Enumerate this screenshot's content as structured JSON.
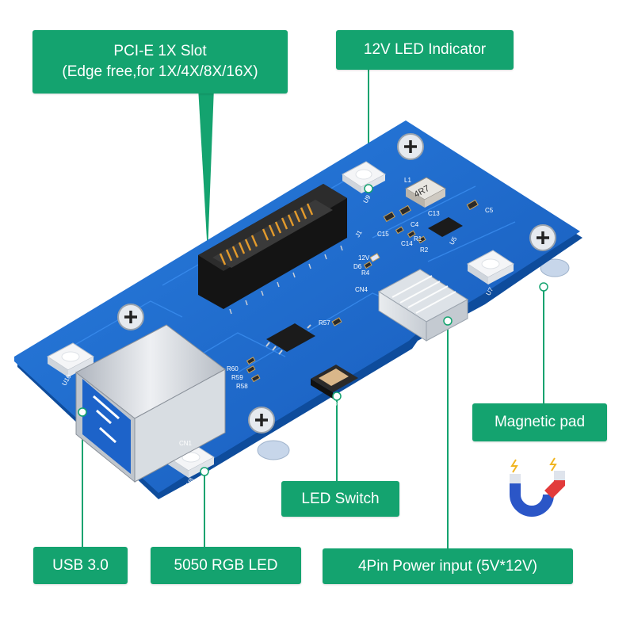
{
  "callouts": {
    "pcie_slot": {
      "line1": "PCI-E 1X Slot",
      "line2": "(Edge free,for 1X/4X/8X/16X)"
    },
    "led_indicator": "12V LED Indicator",
    "magnetic_pad": "Magnetic pad",
    "led_switch": "LED  Switch",
    "usb": "USB  3.0",
    "rgb_led": "5050  RGB  LED",
    "power_input": "4Pin Power input (5V*12V)"
  },
  "silkscreen": {
    "inductor_l1": "L1",
    "inductor_value": "4R7",
    "j1": "J1",
    "u9": "U9",
    "u7": "U7",
    "u10": "U10",
    "u8": "U8",
    "u5": "U5",
    "c13": "C13",
    "c5": "C5",
    "c15": "C15",
    "c4": "C4",
    "c14": "C14",
    "r1": "R1",
    "r2": "R2",
    "v12": "12V",
    "d6": "D6",
    "r4": "R4",
    "cn4": "CN4",
    "r57": "R57",
    "r60": "R60",
    "r59": "R59",
    "r58": "R58",
    "cn1": "CN1",
    "led_switch": "LED SWITCH"
  },
  "colors": {
    "callout_bg": "#14a36f",
    "callout_text": "#ffffff",
    "pcb": "#1c6fd1",
    "pcb_dark": "#1357a8",
    "slot": "#1e1e1e",
    "pins": "#e39a2c",
    "usb_metal": "#c9ced6",
    "usb_blue": "#1d63c9",
    "magnet_blue": "#2b56c7",
    "magnet_red": "#e23b3b",
    "spark": "#f1b521"
  },
  "icons": {
    "magnet": "magnet-icon",
    "screw": "screw-icon",
    "usb": "usb-icon"
  }
}
